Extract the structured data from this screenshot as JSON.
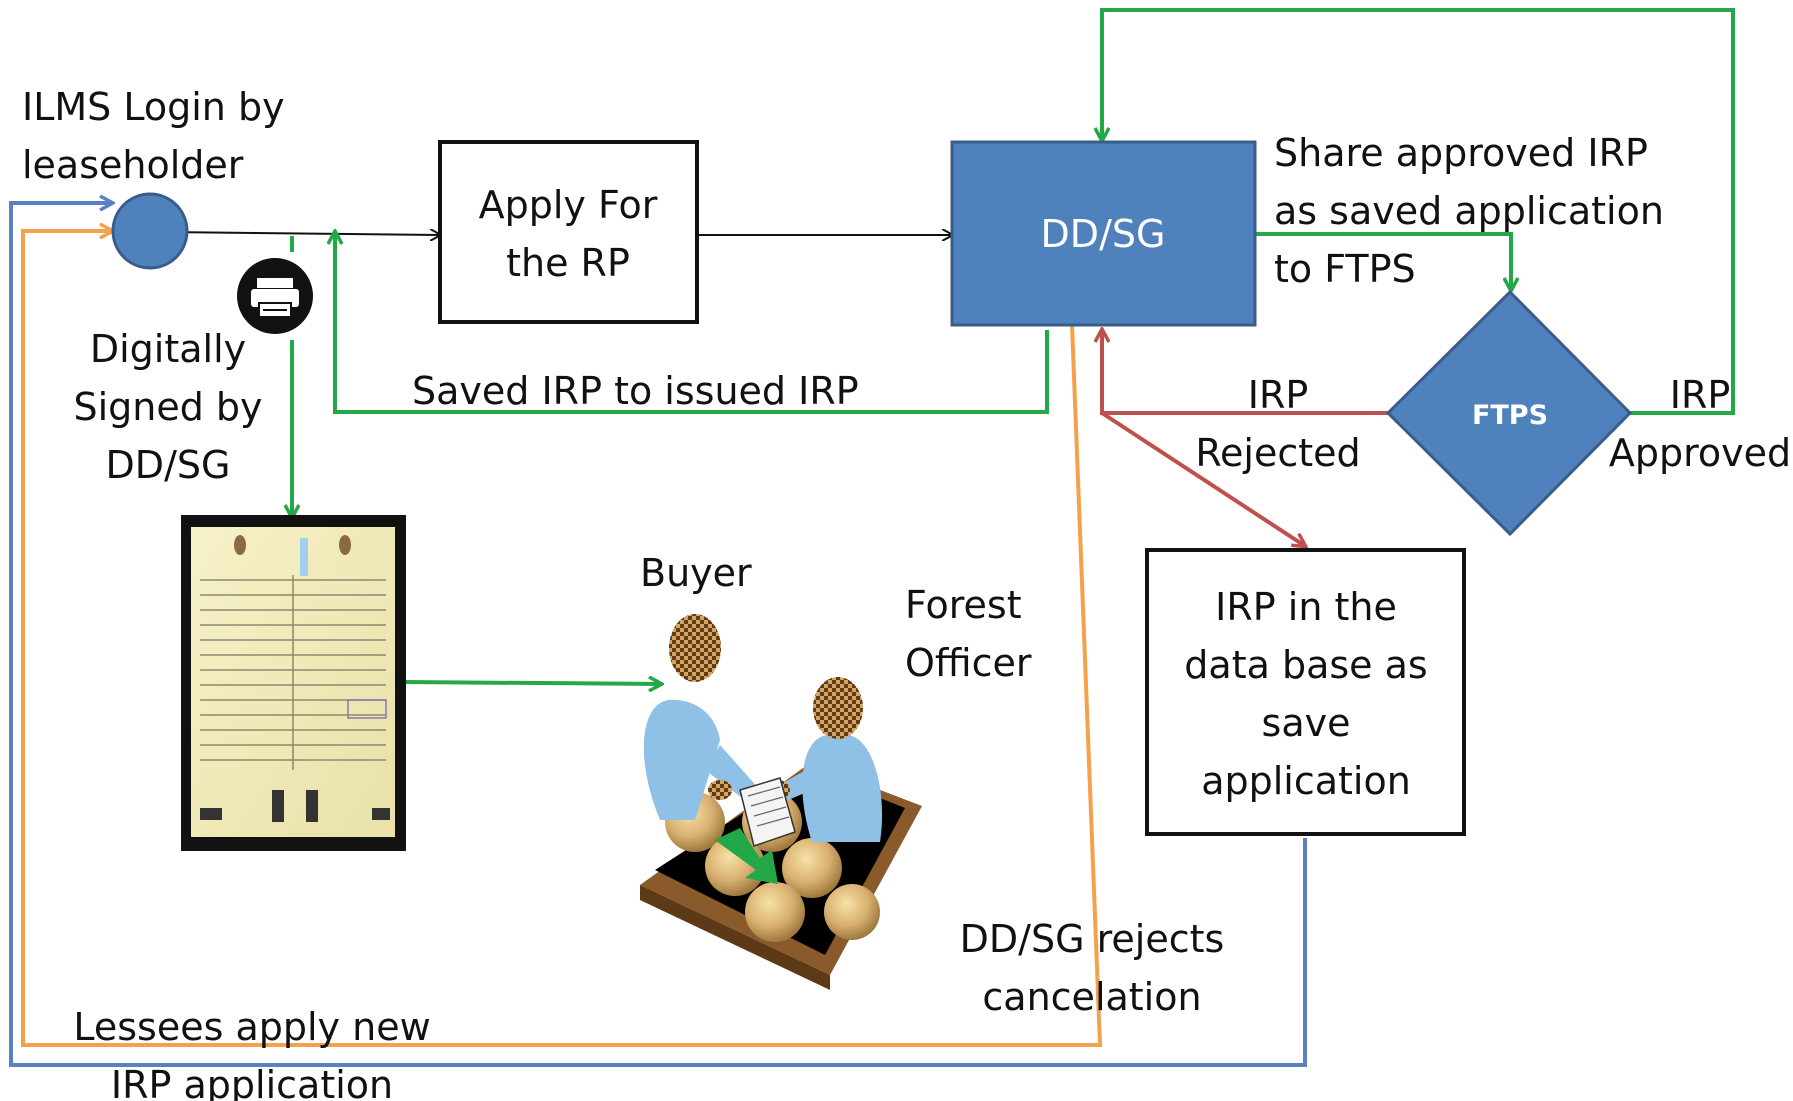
{
  "nodes": {
    "login_label": [
      "ILMS Login by",
      "leaseholder"
    ],
    "apply": [
      "Apply For",
      "the RP"
    ],
    "ddsg": "DD/SG",
    "ftps": "FTPS",
    "database": [
      "IRP in the",
      "data base as",
      "save",
      "application"
    ],
    "buyer": "Buyer",
    "forest_officer": [
      "Forest",
      "Officer"
    ],
    "signed_label": [
      "Digitally",
      "Signed  by",
      "DD/SG"
    ]
  },
  "edges": {
    "share_approved": [
      "Share approved IRP",
      "as saved application",
      "to FTPS"
    ],
    "saved_to_issued": "Saved IRP to issued IRP",
    "rejected": [
      "IRP",
      "Rejected"
    ],
    "approved": [
      "IRP",
      "Approved"
    ],
    "ddsg_rejects": [
      "DD/SG rejects",
      "cancelation"
    ],
    "lessees_apply": [
      "Lessees apply new",
      "IRP application"
    ]
  },
  "colors": {
    "green": "#22a847",
    "orange": "#f5a04a",
    "blue": "#5b7fc4",
    "red": "#c0504d",
    "box_blue": "#4f81bd",
    "box_border": "#385d8a"
  },
  "icons": {
    "printer": "printer-icon",
    "document": "signed-document-image",
    "meeting": "buyer-forest-officer-illustration"
  }
}
